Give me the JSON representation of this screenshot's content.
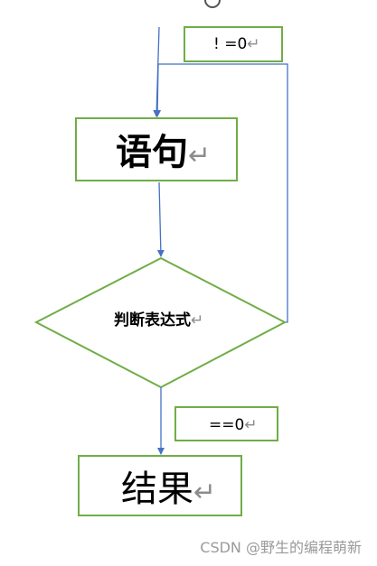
{
  "labels": {
    "not_equal_zero": "!  =0",
    "statement": "语句",
    "condition": "判断表达式",
    "equal_zero": "==0",
    "result": "结果",
    "return_mark": "↵"
  },
  "watermark": "CSDN @野生的编程萌新",
  "colors": {
    "box_border": "#70ad47",
    "arrow": "#4472c4",
    "watermark": "#9a9a9a"
  }
}
